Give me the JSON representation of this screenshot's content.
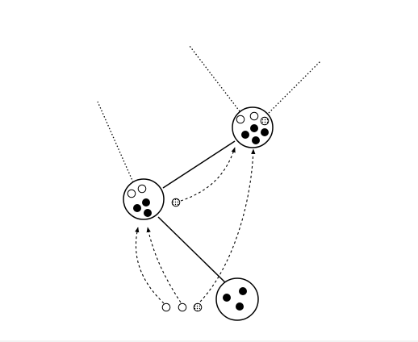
{
  "diagram": {
    "type": "node-network",
    "colors": {
      "stroke": "#000000",
      "background": "#ffffff",
      "particle_filled": "#000000",
      "particle_empty": "#ffffff",
      "particle_dotted": "stipple"
    },
    "nodes": [
      {
        "id": "node-top-right",
        "particles": [
          "empty",
          "empty",
          "dotted",
          "filled",
          "filled",
          "filled",
          "filled"
        ]
      },
      {
        "id": "node-middle-left",
        "particles": [
          "empty",
          "empty",
          "filled",
          "filled",
          "filled"
        ]
      },
      {
        "id": "node-bottom-right",
        "particles": [
          "filled",
          "filled",
          "filled"
        ]
      }
    ],
    "free_particles": [
      "dotted",
      "empty",
      "empty",
      "dotted"
    ],
    "solid_links": [
      {
        "from": "node-middle-left",
        "to": "node-top-right"
      },
      {
        "from": "node-middle-left",
        "to": "node-bottom-right"
      }
    ],
    "dotted_branches": [
      {
        "from": "node-top-right",
        "direction": "upper-left"
      },
      {
        "from": "node-top-right",
        "direction": "upper-right"
      },
      {
        "from": "node-middle-left",
        "direction": "upper-left"
      }
    ],
    "dashed_arrows": [
      {
        "from": "free-particle-mid",
        "to": "node-top-right"
      },
      {
        "from": "free-particle-bottom-3",
        "to": "node-top-right"
      },
      {
        "from": "free-particle-bottom-1",
        "to": "node-middle-left"
      },
      {
        "from": "free-particle-bottom-2",
        "to": "node-middle-left"
      }
    ]
  }
}
